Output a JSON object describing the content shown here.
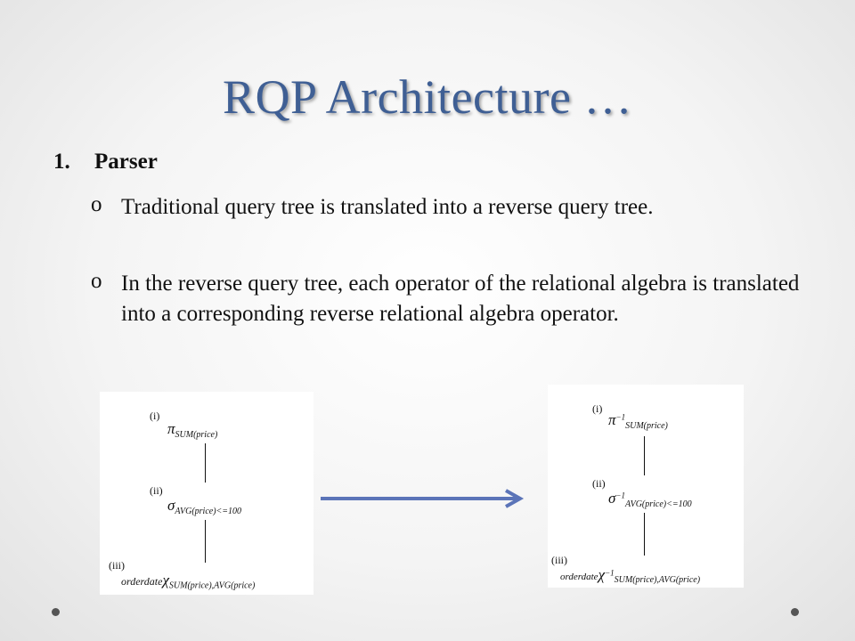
{
  "title": "RQP Architecture …",
  "section": {
    "number": "1.",
    "heading": "Parser"
  },
  "bullets": [
    {
      "mark": "o",
      "text": "Traditional query tree is translated into a reverse query tree."
    },
    {
      "mark": "o",
      "text": "In the reverse query tree, each operator of the relational algebra is translated into a corresponding reverse relational algebra operator."
    }
  ],
  "trees": {
    "left": {
      "nodes": [
        {
          "label": "(i)",
          "symbol": "π",
          "sub": "SUM(price)",
          "prefix": "",
          "sup": ""
        },
        {
          "label": "(ii)",
          "symbol": "σ",
          "sub": "AVG(price)<=100",
          "prefix": "",
          "sup": ""
        },
        {
          "label": "(iii)",
          "symbol": "χ",
          "sub": "SUM(price),AVG(price)",
          "prefix": "orderdate",
          "sup": ""
        }
      ]
    },
    "right": {
      "nodes": [
        {
          "label": "(i)",
          "symbol": "π",
          "sub": "SUM(price)",
          "prefix": "",
          "sup": "−1"
        },
        {
          "label": "(ii)",
          "symbol": "σ",
          "sub": "AVG(price)<=100",
          "prefix": "",
          "sup": "−1"
        },
        {
          "label": "(iii)",
          "symbol": "χ",
          "sub": "SUM(price),AVG(price)",
          "prefix": "orderdate",
          "sup": "−1"
        }
      ]
    }
  },
  "colors": {
    "title": "#3f5f94",
    "arrow": "#5b74b8"
  }
}
